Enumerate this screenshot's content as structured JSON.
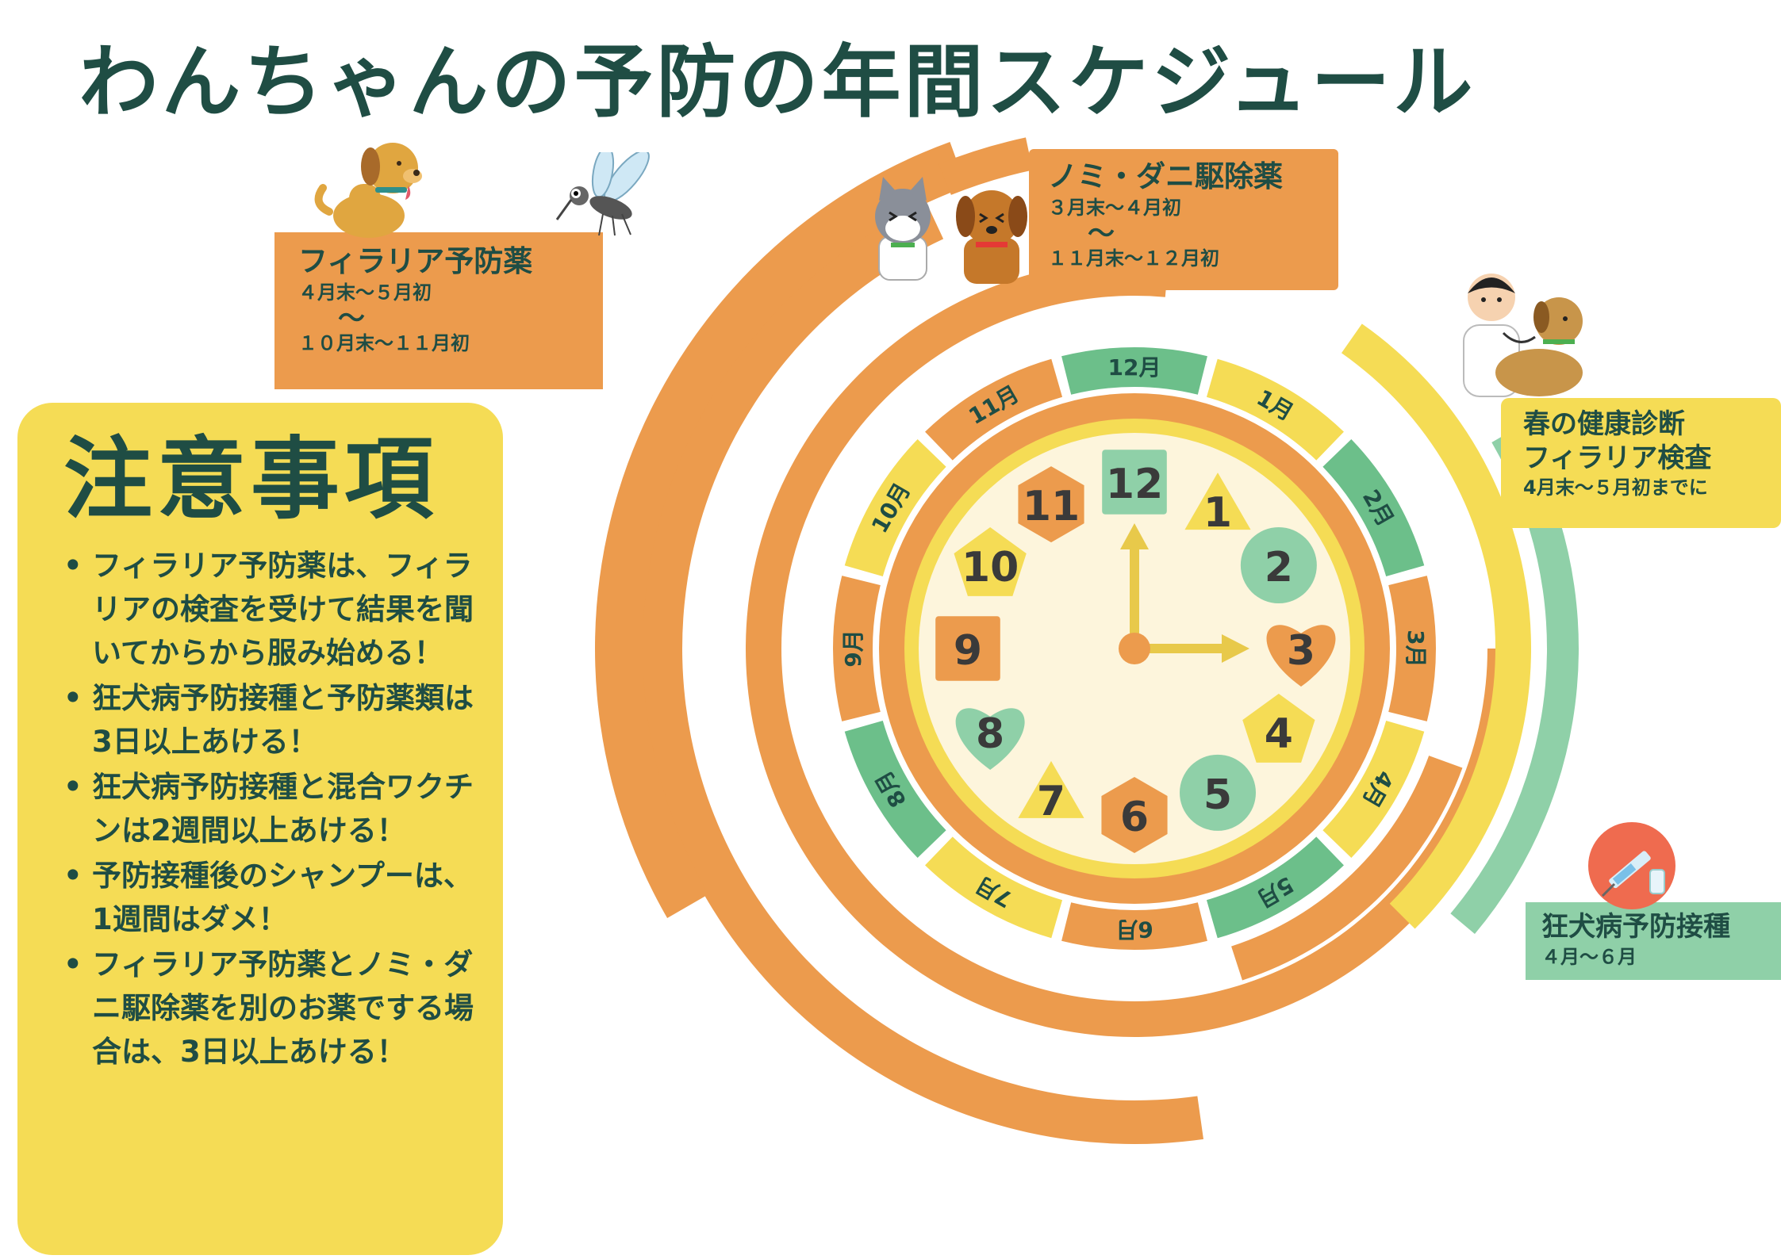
{
  "title": "わんちゃんの予防の年間スケジュール",
  "filaria": {
    "name": "フィラリア予防薬",
    "start": "４月末～５月初",
    "tilde": "～",
    "end": "１０月末～１１月初"
  },
  "flea": {
    "name": "ノミ・ダニ駆除薬",
    "start": "３月末～４月初",
    "tilde": "～",
    "end": "１１月末～１２月初"
  },
  "checkup": {
    "line1": "春の健康診断",
    "line2": "フィラリア検査",
    "period": "4月末～５月初までに"
  },
  "rabies": {
    "name": "狂犬病予防接種",
    "period": "４月～６月"
  },
  "notes": {
    "heading": "注意事項",
    "items": [
      "フィラリア予防薬は、フィラリアの検査を受けて結果を聞いてからから服み始める！",
      "狂犬病予防接種と予防薬類は3日以上あける！",
      "狂犬病予防接種と混合ワクチンは2週間以上あける！",
      "予防接種後のシャンプーは、1週間はダメ！",
      "フィラリア予防薬とノミ・ダニ駆除薬を別のお薬でする場合は、3日以上あける！"
    ]
  },
  "months": [
    "1月",
    "2月",
    "3月",
    "4月",
    "5月",
    "6月",
    "7月",
    "8月",
    "9月",
    "10月",
    "11月",
    "12月"
  ],
  "month_colors": [
    "#f5dc55",
    "#6cbf8a",
    "#ec9b4d",
    "#f5dc55",
    "#6cbf8a",
    "#ec9b4d",
    "#f5dc55",
    "#6cbf8a",
    "#ec9b4d",
    "#f5dc55",
    "#ec9b4d",
    "#6cbf8a"
  ],
  "clock_numbers": [
    "1",
    "2",
    "3",
    "4",
    "5",
    "6",
    "7",
    "8",
    "9",
    "10",
    "11",
    "12"
  ],
  "clock_shape_colors": [
    "#f5dc55",
    "#8fd0a8",
    "#ec9b4d",
    "#f5dc55",
    "#8fd0a8",
    "#ec9b4d",
    "#f5dc55",
    "#8fd0a8",
    "#ec9b4d",
    "#f5dc55",
    "#ec9b4d",
    "#8fd0a8"
  ],
  "colors": {
    "orange": "#ec9b4d",
    "yellow": "#f5dc55",
    "green": "#8fd0a8",
    "dark_green": "#6cbf8a",
    "text": "#1f4d44"
  },
  "icons": [
    "dog-icon",
    "mosquito-icon",
    "cat-icon",
    "scratching-dog-icon",
    "doctor-with-dog-icon",
    "syringe-icon"
  ]
}
